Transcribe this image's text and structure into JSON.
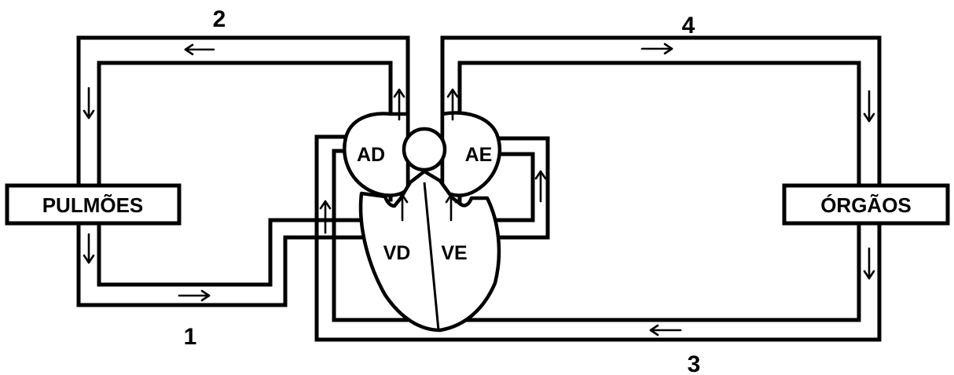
{
  "labels": {
    "pulmonary_artery_number": "2",
    "aorta_number": "4",
    "pulmonary_vein_number": "1",
    "vena_cava_number": "3"
  },
  "organs": {
    "lungs": "PULMÕES",
    "body_organs": "ÓRGÃOS"
  },
  "heart_chambers": {
    "right_atrium": "AD",
    "left_atrium": "AE",
    "right_ventricle": "VD",
    "left_ventricle": "VE"
  }
}
